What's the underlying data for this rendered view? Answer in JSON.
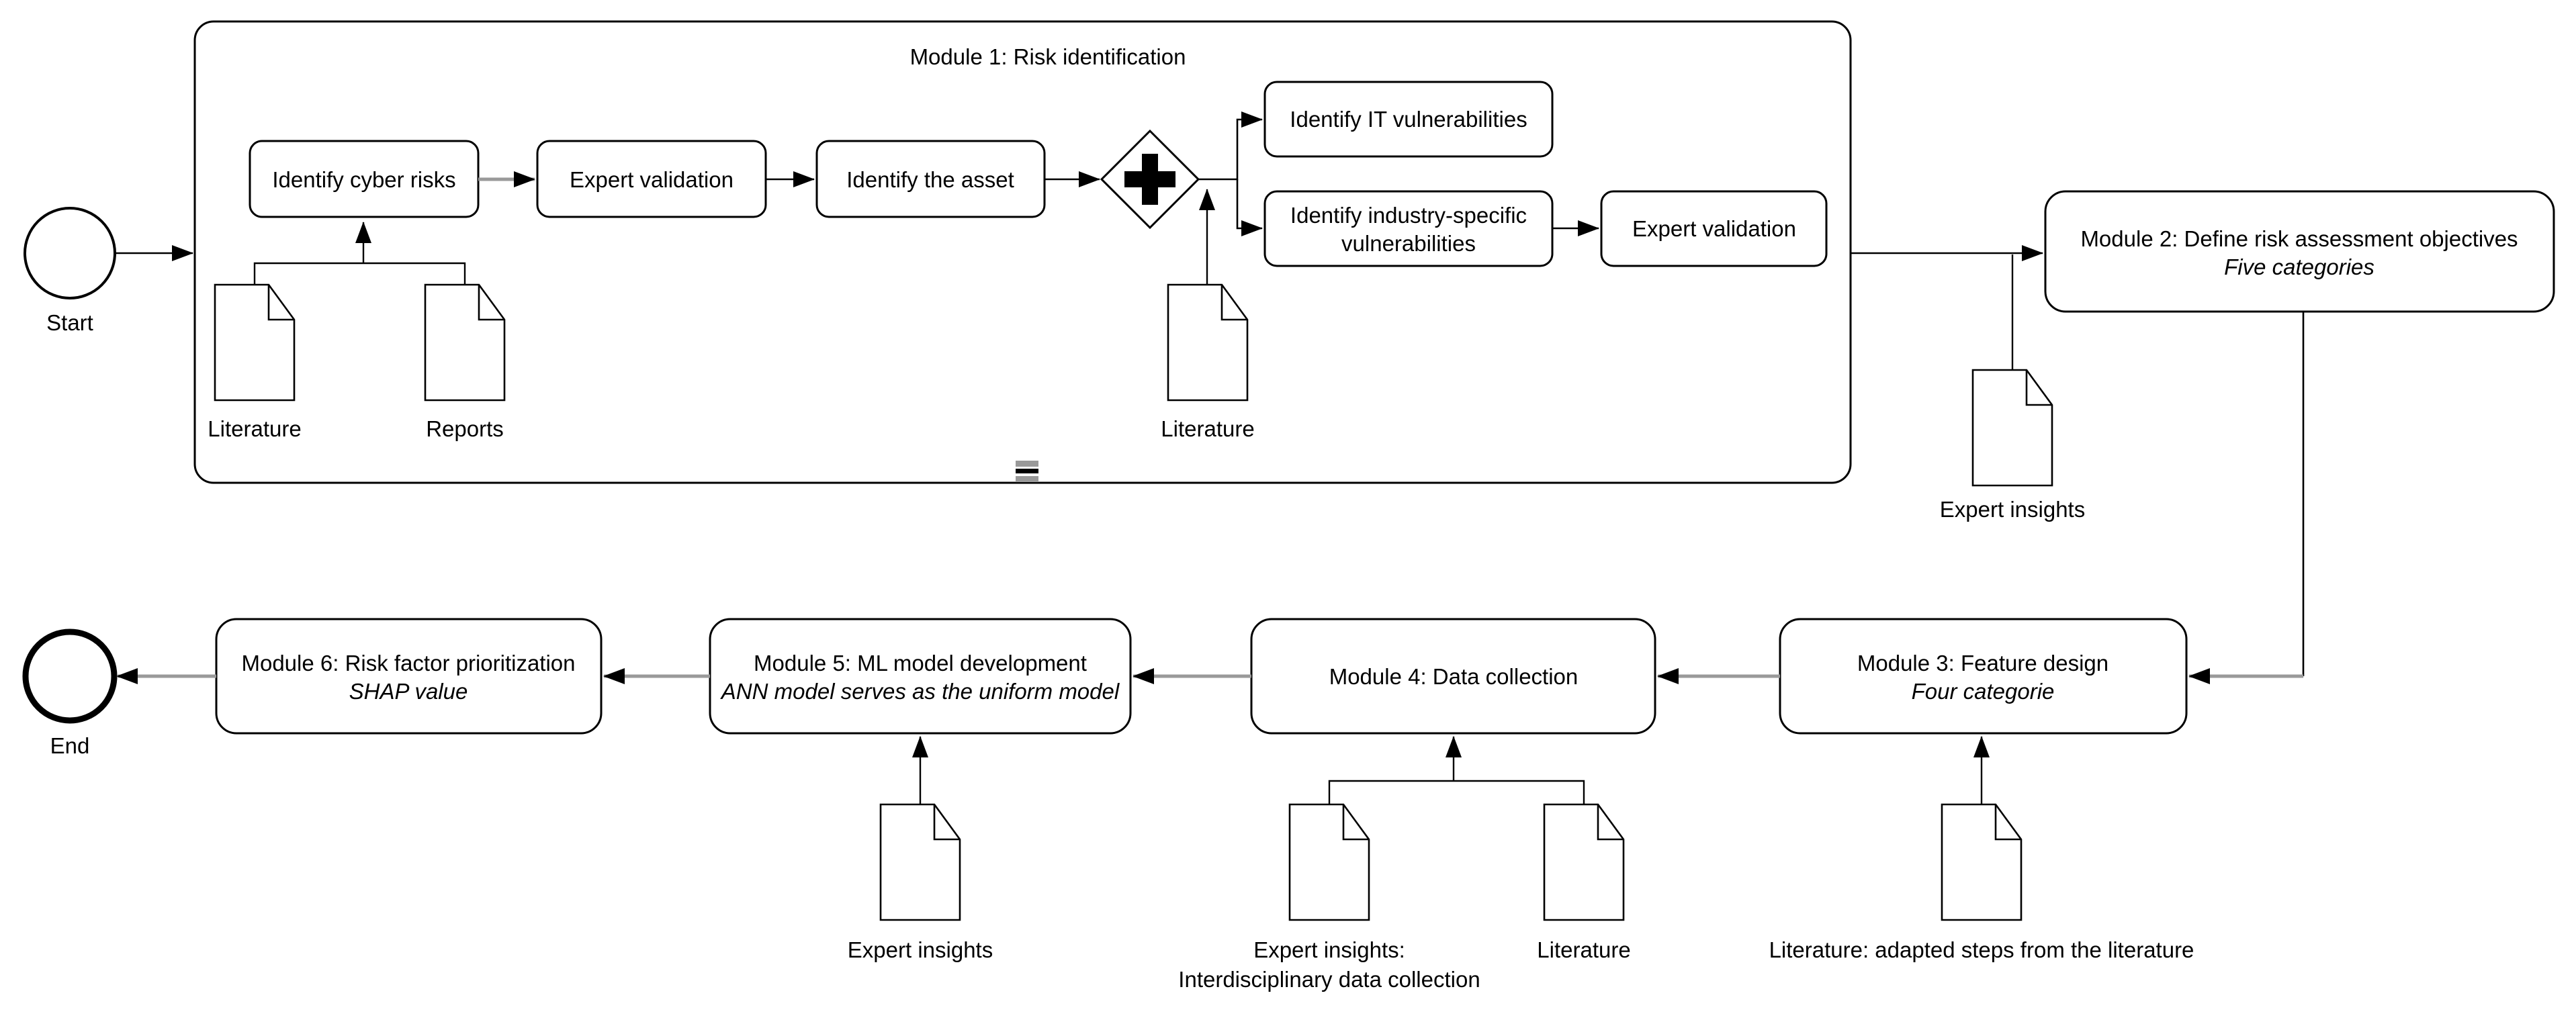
{
  "colors": {
    "stroke": "#000000",
    "gray_edge": "#999999",
    "fill": "#ffffff",
    "text": "#000000"
  },
  "events": {
    "start": "Start",
    "end": "End"
  },
  "module1": {
    "title": "Module 1: Risk identification",
    "tasks": {
      "identify_cyber_risks": "Identify cyber risks",
      "expert_validation_1": "Expert validation",
      "identify_the_asset": "Identify the asset",
      "identify_it_vulnerabilities": "Identify IT vulnerabilities",
      "identify_industry_specific_line1": "Identify industry-specific",
      "identify_industry_specific_line2": "vulnerabilities",
      "expert_validation_2": "Expert validation"
    },
    "documents": {
      "literature_left": "Literature",
      "reports": "Reports",
      "literature_gateway": "Literature"
    }
  },
  "module2": {
    "title": "Module 2: Define risk assessment objectives",
    "subtitle": "Five categories",
    "document": "Expert insights"
  },
  "module3": {
    "title": "Module 3: Feature design",
    "subtitle": "Four categorie",
    "document": "Literature: adapted steps from the literature"
  },
  "module4": {
    "title": "Module 4: Data collection",
    "documents": {
      "expert_insights_line1": "Expert insights:",
      "expert_insights_line2": "Interdisciplinary data collection",
      "literature": "Literature"
    }
  },
  "module5": {
    "title": "Module 5: ML model development",
    "subtitle": "ANN model serves as the uniform model",
    "document": "Expert insights"
  },
  "module6": {
    "title": "Module 6: Risk factor prioritization",
    "subtitle": "SHAP value"
  }
}
